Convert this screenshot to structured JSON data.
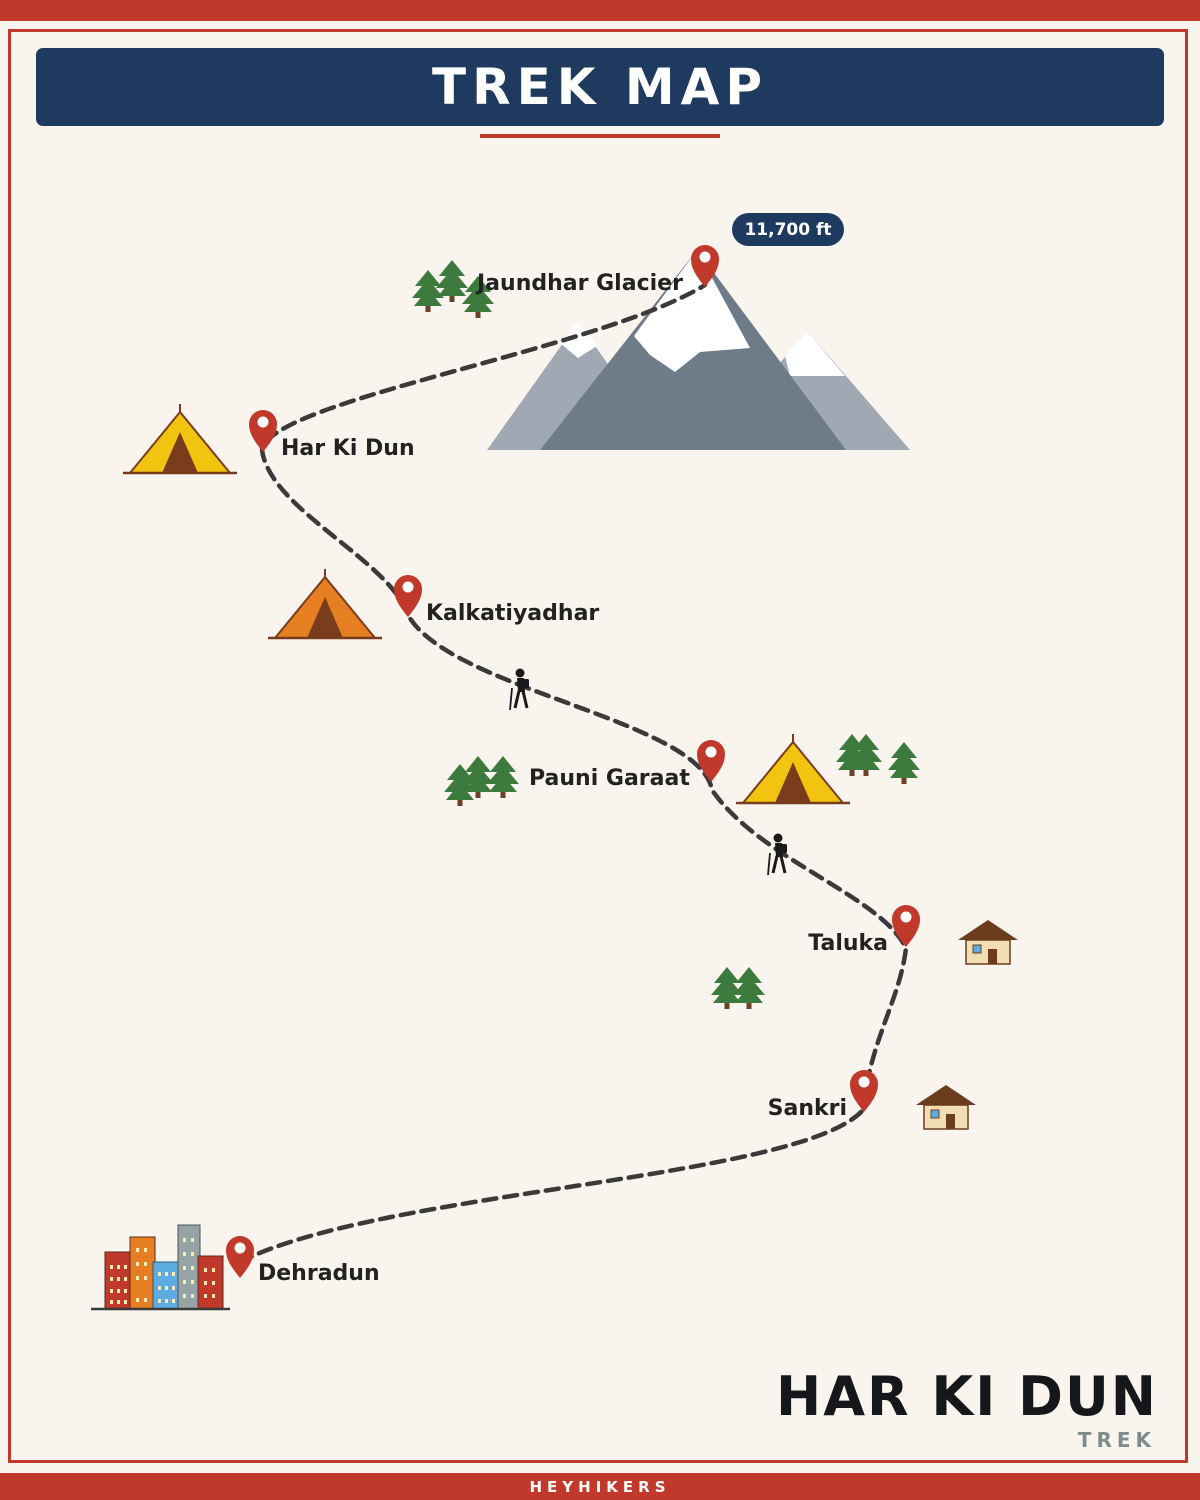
{
  "header": {
    "title": "TREK MAP"
  },
  "trek": {
    "name": "HAR KI DUN",
    "subtitle": "TREK"
  },
  "footer": {
    "brand": "HEYHIKERS"
  },
  "route": {
    "stops": [
      {
        "name": "Dehradun"
      },
      {
        "name": "Sankri"
      },
      {
        "name": "Taluka"
      },
      {
        "name": "Pauni Garaat"
      },
      {
        "name": "Kalkatiyadhar"
      },
      {
        "name": "Har Ki Dun"
      },
      {
        "name": "Jaundhar Glacier",
        "altitude": "11,700 ft"
      }
    ]
  },
  "colors": {
    "accent": "#c0392b",
    "banner": "#1f3a5f",
    "background": "#f9f5ee",
    "path": "#3a3a3a",
    "pin": "#c0392b",
    "tree": "#3d7a3d",
    "mountain": "#6e7b89"
  },
  "icons": [
    "map-pin-icon",
    "tent-icon",
    "mountain-icon",
    "pine-tree-icon",
    "hiker-icon",
    "house-icon",
    "city-icon"
  ]
}
